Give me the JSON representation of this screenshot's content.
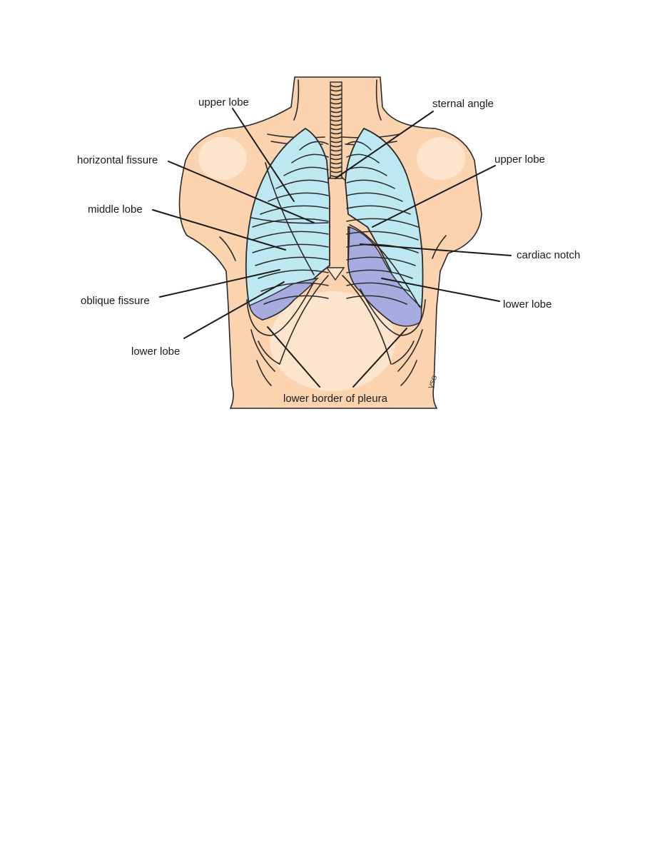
{
  "colors": {
    "skin": "#fbd3ae",
    "skin_highlight": "#fde4cc",
    "lung": "#bde8f2",
    "lower_lobe_shade": "#a7abe0",
    "trachea": "#f6c9a0",
    "outline": "#2a2a2a"
  },
  "labels": {
    "right_upper_lobe": "upper lobe",
    "sternal_angle": "sternal angle",
    "horizontal_fissure": "horizontal fissure",
    "left_upper_lobe": "upper lobe",
    "middle_lobe": "middle lobe",
    "cardiac_notch": "cardiac notch",
    "oblique_fissure": "oblique fissure",
    "left_lower_lobe": "lower lobe",
    "right_lower_lobe": "lower lobe",
    "lower_border_of_pleura": "lower border of pleura"
  }
}
